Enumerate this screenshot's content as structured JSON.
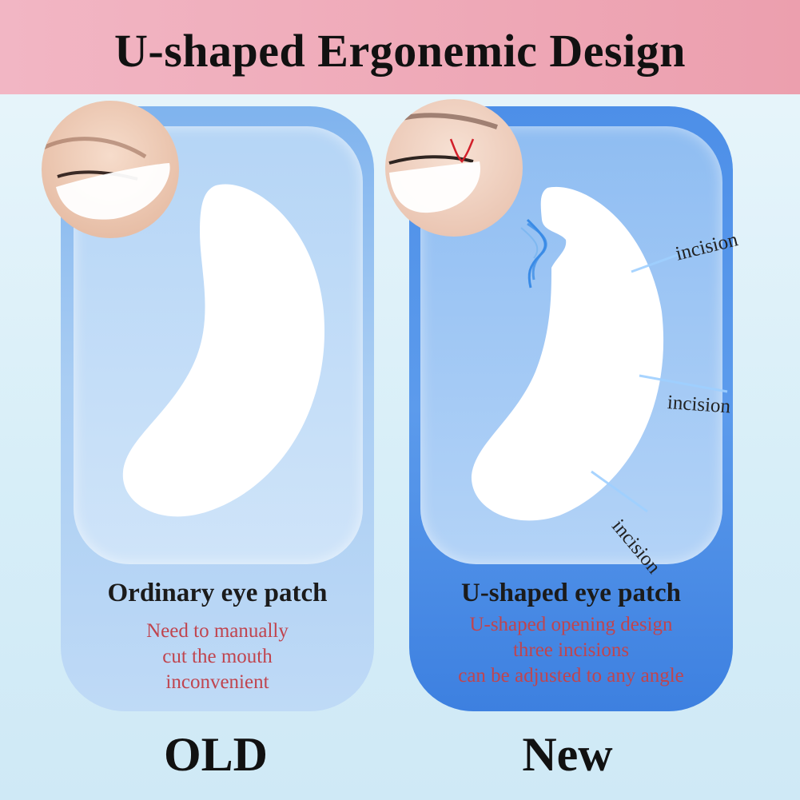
{
  "banner": {
    "title": "U-shaped Ergonemic Design"
  },
  "old": {
    "heading": "Ordinary eye patch",
    "desc": [
      "Need to manually",
      "cut the mouth",
      "inconvenient"
    ],
    "label": "OLD"
  },
  "new": {
    "heading": "U-shaped eye patch",
    "desc": [
      "U-shaped opening design",
      "three incisions",
      "can be adjusted to any angle"
    ],
    "label": "New",
    "incisions": [
      "incision",
      "incision",
      "incision"
    ]
  },
  "colors": {
    "banner": "#ec9fae",
    "old_card": "#a9cdf3",
    "new_card": "#4d8fe8",
    "desc_text": "#c0444e"
  }
}
